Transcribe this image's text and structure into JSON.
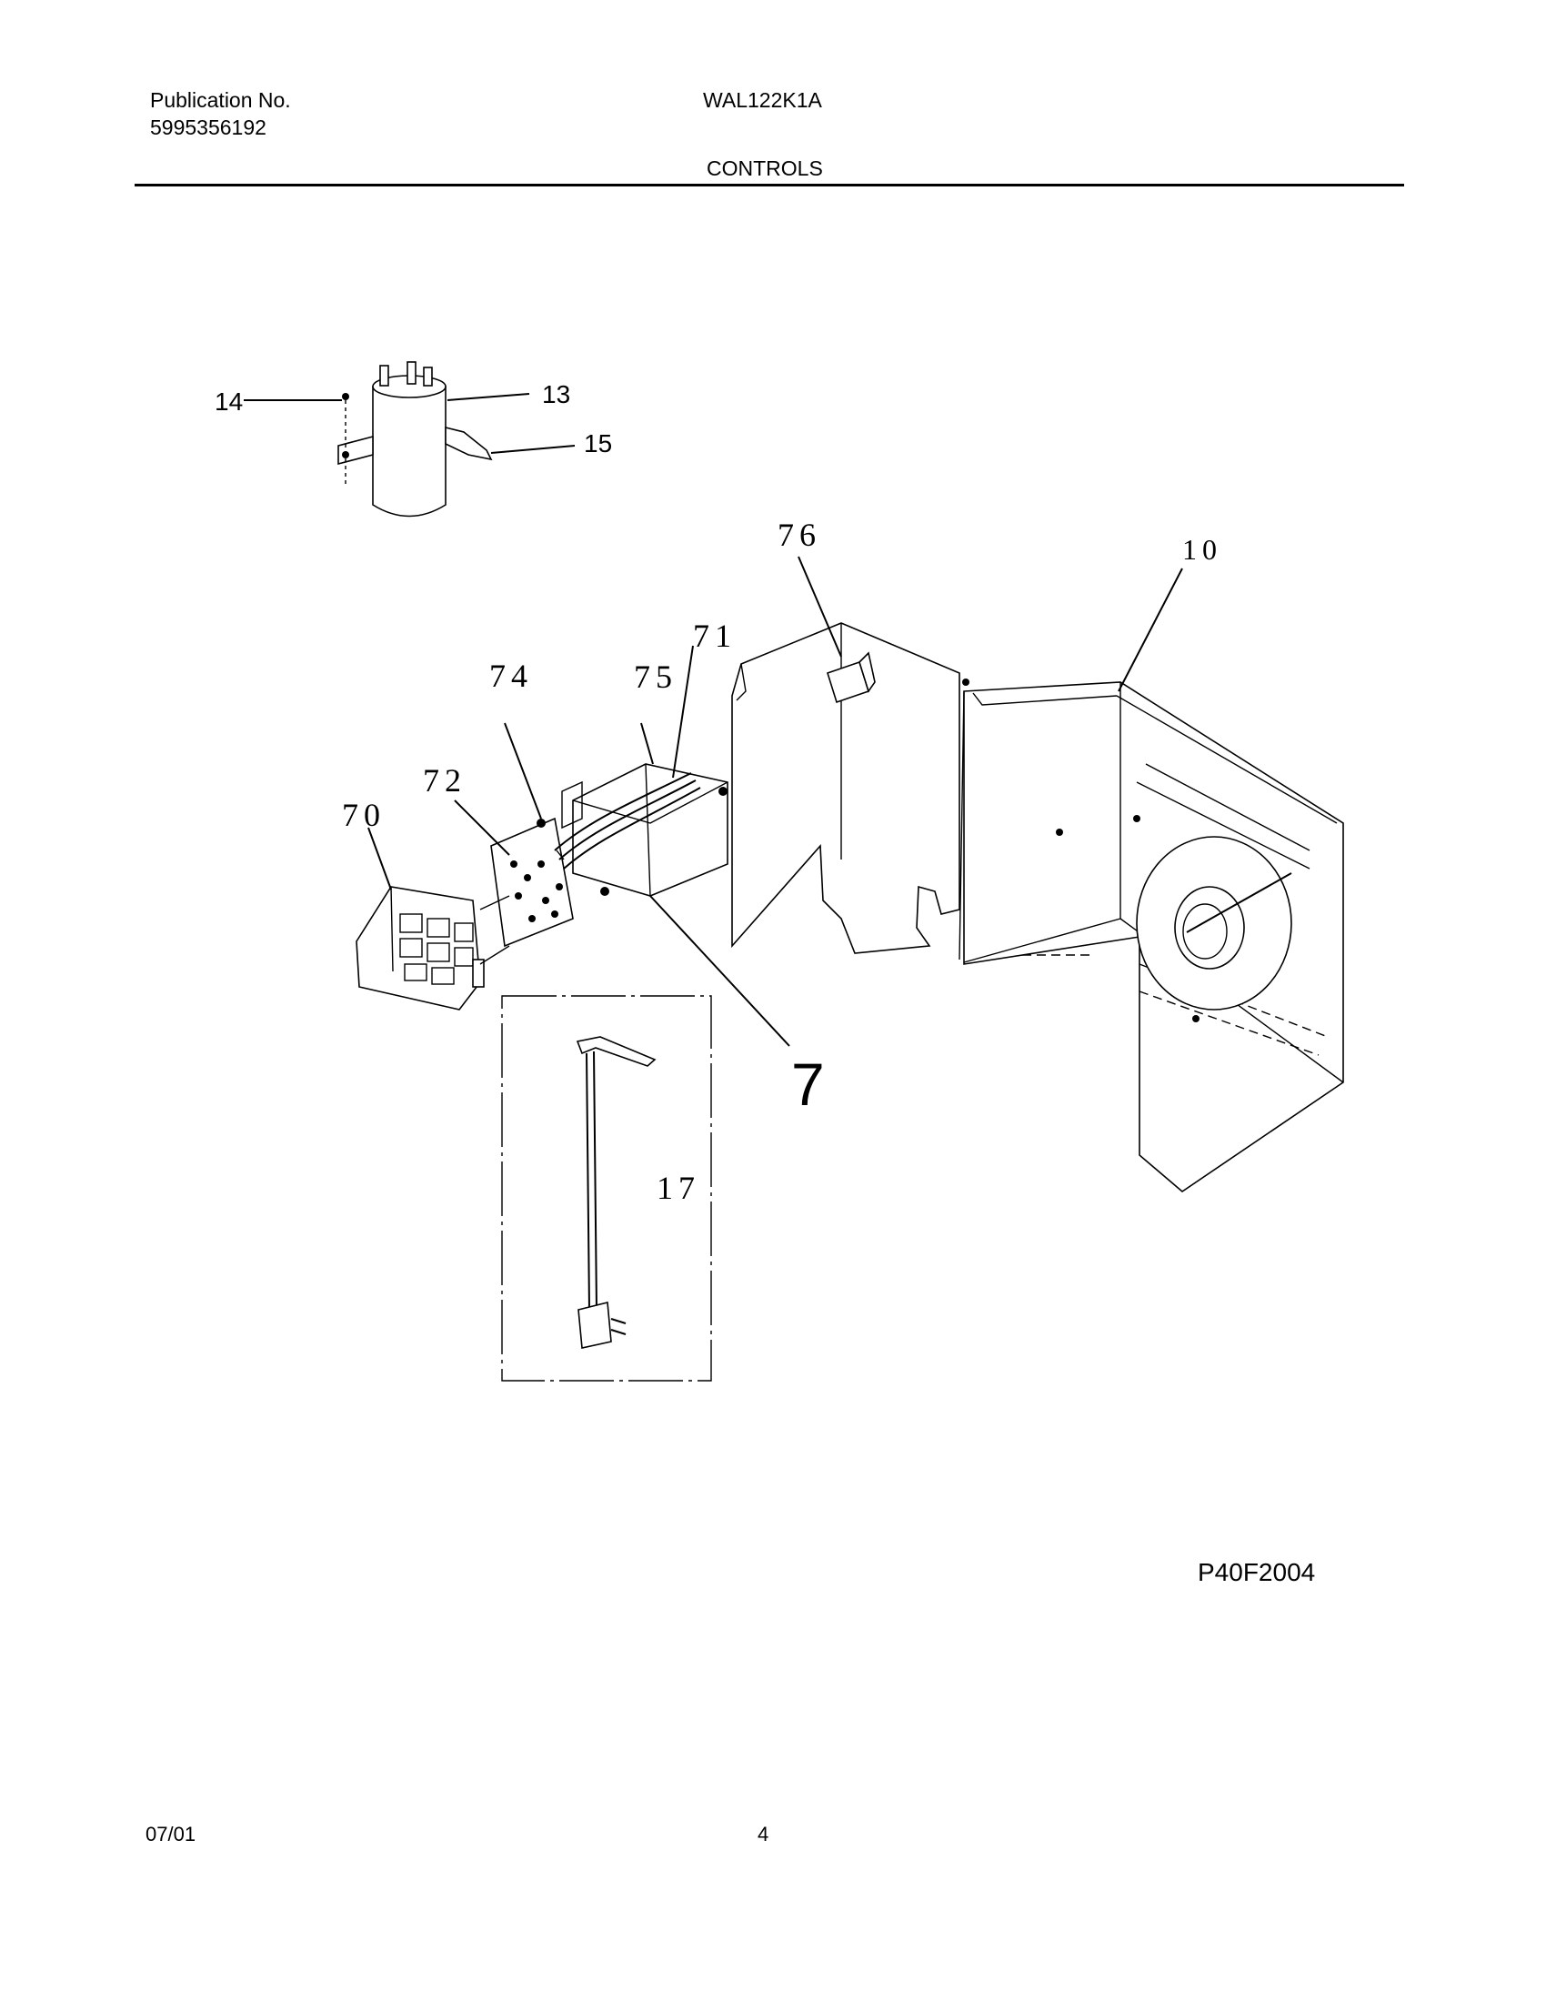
{
  "header": {
    "publication_label": "Publication No.",
    "publication_number": "5995356192",
    "model": "WAL122K1A",
    "section_title": "CONTROLS"
  },
  "diagram": {
    "callouts": {
      "c14": "14",
      "c13": "13",
      "c15": "15",
      "c76": "76",
      "c10": "10",
      "c71": "71",
      "c74": "74",
      "c75": "75",
      "c72": "72",
      "c70": "70",
      "c7": "7",
      "c17": "17"
    },
    "figure_id": "P40F2004"
  },
  "footer": {
    "date": "07/01",
    "page": "4"
  }
}
